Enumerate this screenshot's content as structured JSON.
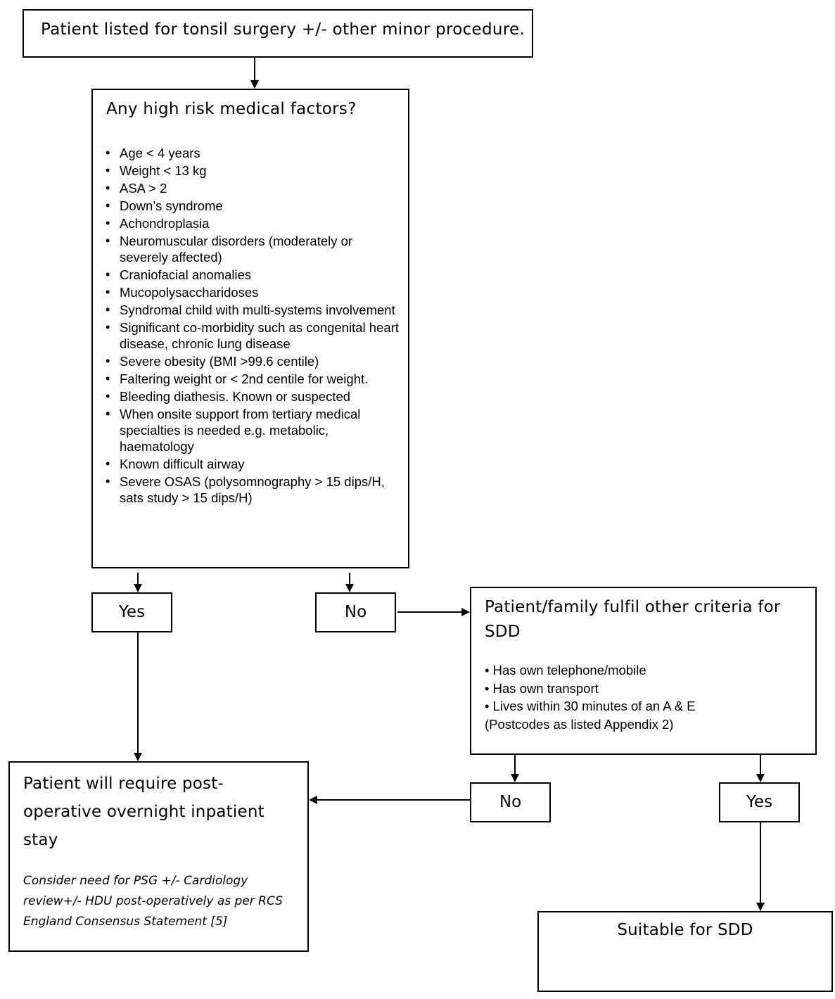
{
  "start": {
    "text": "Patient listed for tonsil surgery +/- other minor procedure."
  },
  "risk": {
    "heading": "Any high risk medical factors?",
    "items": [
      "Age < 4 years",
      " Weight < 13 kg",
      "ASA > 2",
      "Down’s syndrome",
      "Achondroplasia",
      "Neuromuscular disorders (moderately or severely affected)",
      "Craniofacial anomalies",
      "Mucopolysaccharidoses",
      "Syndromal child with multi-systems involvement",
      "Significant co-morbidity such as congenital heart disease, chronic lung disease",
      "Severe obesity (BMI >99.6 centile)",
      "Faltering weight or < 2nd centile for weight.",
      "Bleeding diathesis. Known or suspected",
      " When onsite support from tertiary medical specialties is needed e.g. metabolic, haematology",
      "Known difficult airway",
      "Severe OSAS (polysomnography > 15 dips/H, sats study > 15 dips/H)"
    ]
  },
  "answers": {
    "risk_yes": "Yes",
    "risk_no": "No",
    "criteria_no": "No",
    "criteria_yes": "Yes"
  },
  "criteria": {
    "heading": "Patient/family fulfil other criteria for SDD",
    "lines": [
      "• Has own telephone/mobile",
      "• Has own transport",
      "• Lives within 30 minutes of an A & E",
      "(Postcodes as listed Appendix 2)"
    ]
  },
  "inpatient": {
    "heading": "Patient will require post-operative overnight inpatient stay",
    "note": "Consider need for PSG +/- Cardiology review+/- HDU post-operatively as per RCS England Consensus Statement [5]"
  },
  "sdd": {
    "text": "Suitable for SDD"
  }
}
